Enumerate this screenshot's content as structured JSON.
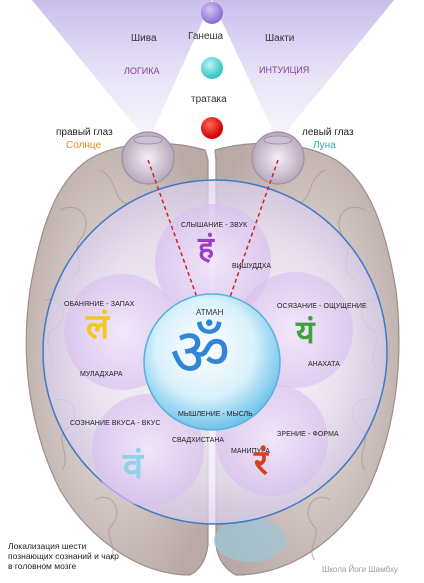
{
  "top": {
    "shiva": "Шива",
    "ganesha": "Ганеша",
    "shakti": "Шакти",
    "logic": "ЛОГИКА",
    "intuition": "ИНТУИЦИЯ",
    "trataka": "тратака"
  },
  "eyes": {
    "right_label": "правый глаз",
    "right_sub": "Солнце",
    "left_label": "левый глаз",
    "left_sub": "Луна"
  },
  "center": {
    "atman": "АТМАН",
    "om_glyph": "ॐ",
    "thinking": "МЫШЛЕНИЕ - МЫСЛЬ"
  },
  "chakras": {
    "vishuddha": {
      "name": "ВИШУДДХА",
      "sense": "СЛЫШАНИЕ - ЗВУК",
      "glyph": "हं",
      "color": "#9c3fc6"
    },
    "anahata": {
      "name": "АНАХАТА",
      "sense": "ОСЯЗАНИЕ - ОЩУЩЕНИЕ",
      "glyph": "यं",
      "color": "#3ea23c"
    },
    "manipura": {
      "name": "МАНИПУРА",
      "sense": "ЗРЕНИЕ - ФОРМА",
      "glyph": "रं",
      "color": "#d8401e"
    },
    "svadhisthana": {
      "name": "СВАДХИСТАНА",
      "sense": "СОЗНАНИЕ ВКУСА - ВКУС",
      "glyph": "वं",
      "color": "#8fd3ea"
    },
    "muladhara": {
      "name": "МУЛАДХАРА",
      "sense": "ОБАНЯНИЕ - ЗАПАХ",
      "glyph": "लं",
      "color": "#f2c81a"
    }
  },
  "caption": "Локализация шести познающих сознаний и чакр в головном мозге",
  "credit": "Школа Йоги Шамбху",
  "colors": {
    "logic_purple": "#8a3f9a",
    "intuition_purple": "#8a3f9a",
    "sun_orange": "#e98a1b",
    "moon_teal": "#35a6b6",
    "violet_dot": "#a98ee0",
    "cyan_dot": "#5fd8da",
    "red_dot": "#e01010",
    "ring_blue": "#3f79c9",
    "om_blue": "#2f86d6"
  }
}
